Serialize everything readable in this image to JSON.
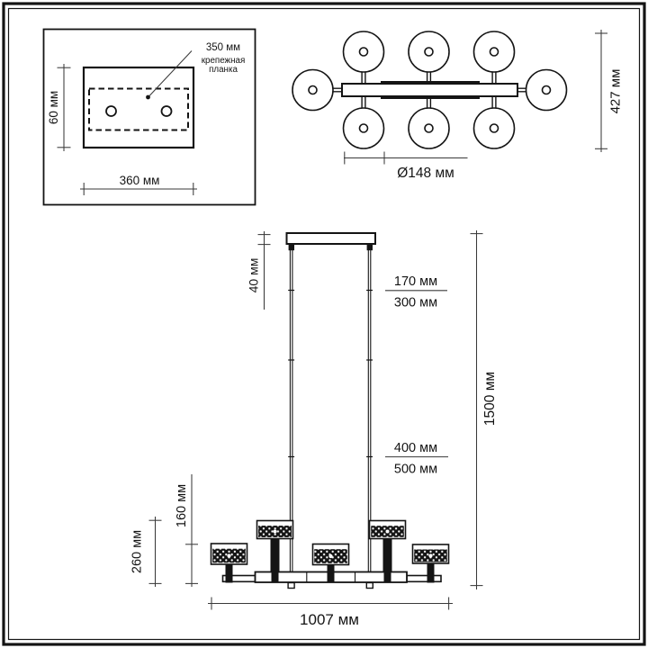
{
  "title": "Chandelier installation dimensions drawing",
  "units": "мм",
  "colors": {
    "ink": "#141414",
    "dim_line": "#3a3a3a",
    "background": "#ffffff"
  },
  "mounting_plate_view": {
    "bracket_length": "350 мм",
    "bracket_caption_line1": "крепежная",
    "bracket_caption_line2": "планка",
    "plate_height": "60 мм",
    "plate_width": "360 мм"
  },
  "top_view": {
    "shade_diameter": "Ø148 мм",
    "overall_depth": "427 мм"
  },
  "front_view": {
    "canopy_height": "40 мм",
    "upper_rod_min": "170 мм",
    "upper_rod_max": "300 мм",
    "lower_rod_min": "400 мм",
    "lower_rod_max": "500 мм",
    "overall_height": "1500 мм",
    "small_shade_drop": "160 мм",
    "large_shade_drop": "260 мм",
    "overall_width": "1007 мм"
  }
}
